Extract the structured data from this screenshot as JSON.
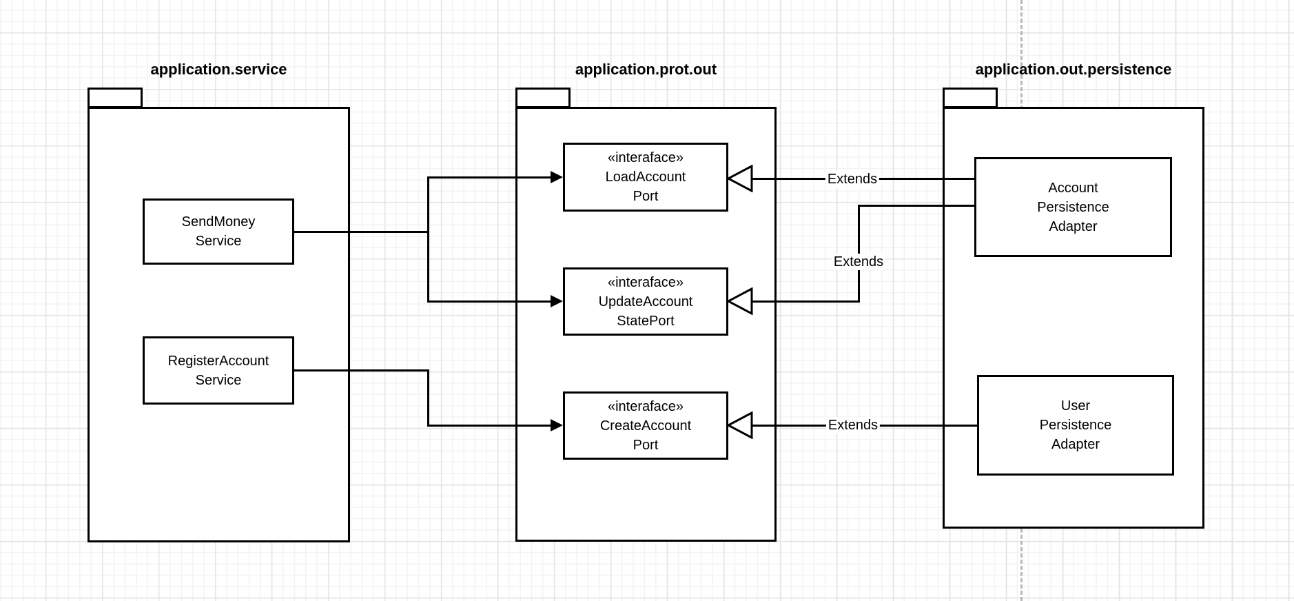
{
  "diagram": {
    "colors": {
      "stroke": "#000000",
      "background": "#ffffff",
      "grid_minor": "#f3f3f3",
      "grid_major": "#e4e4e4",
      "guide_dashed": "#b8b8b8"
    },
    "packages": [
      {
        "title": "application.service",
        "boxes": [
          {
            "lines": [
              "SendMoney",
              "Service"
            ]
          },
          {
            "lines": [
              "RegisterAccount",
              "Service"
            ]
          }
        ]
      },
      {
        "title": "application.prot.out",
        "boxes": [
          {
            "lines": [
              "«interaface»",
              "LoadAccount",
              "Port"
            ]
          },
          {
            "lines": [
              "«interaface»",
              "UpdateAccount",
              "StatePort"
            ]
          },
          {
            "lines": [
              "«interaface»",
              "CreateAccount",
              "Port"
            ]
          }
        ]
      },
      {
        "title": "application.out.persistence",
        "boxes": [
          {
            "lines": [
              "Account",
              "Persistence",
              "Adapter"
            ]
          },
          {
            "lines": [
              "User",
              "Persistence",
              "Adapter"
            ]
          }
        ]
      }
    ],
    "edges": [
      {
        "from": "SendMoneyService",
        "to": "LoadAccountPort",
        "type": "arrow"
      },
      {
        "from": "SendMoneyService",
        "to": "UpdateAccountStatePort",
        "type": "arrow"
      },
      {
        "from": "RegisterAccountService",
        "to": "CreateAccountPort",
        "type": "arrow"
      },
      {
        "from": "AccountPersistenceAdapter",
        "to": "LoadAccountPort",
        "type": "extends",
        "label": "Extends"
      },
      {
        "from": "AccountPersistenceAdapter",
        "to": "UpdateAccountStatePort",
        "type": "extends",
        "label": "Extends"
      },
      {
        "from": "UserPersistenceAdapter",
        "to": "CreateAccountPort",
        "type": "extends",
        "label": "Extends"
      }
    ]
  }
}
